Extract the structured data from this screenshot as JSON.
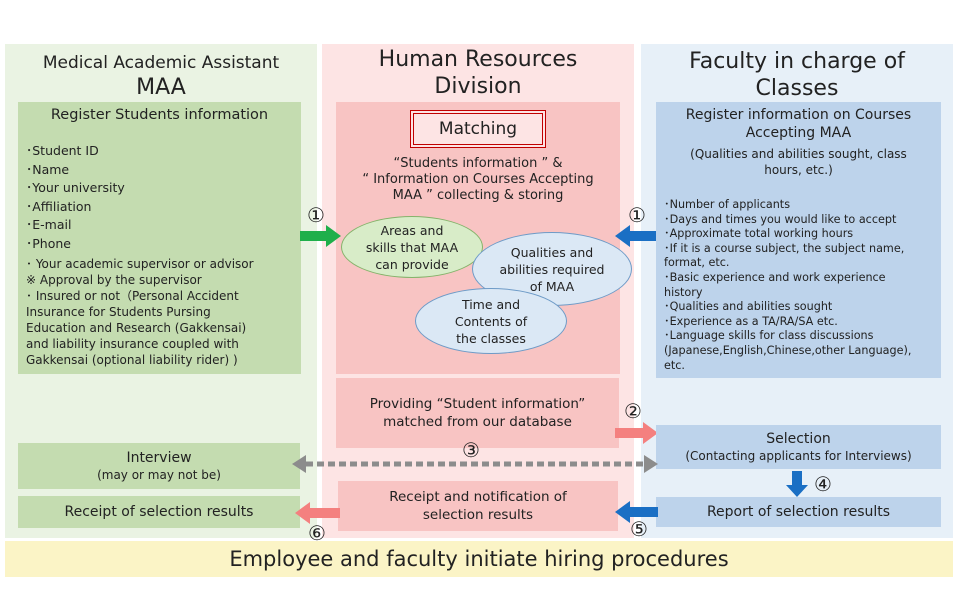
{
  "maa": {
    "title_line1": "Medical Academic Assistant",
    "title_line2": "MAA",
    "register_title": "Register  Students information",
    "items": [
      "･Student ID",
      "･Name",
      "･Your university",
      "･Affiliation",
      "･E-mail",
      "･Phone"
    ],
    "supervisor_lines": [
      "･ Your academic supervisor or advisor",
      "※ Approval by the supervisor",
      "･ Insured  or not（Personal Accident",
      "Insurance for Students Pursing",
      "Education and Research (Gakkensai)",
      "and liability insurance coupled with",
      "Gakkensai (optional liability rider) )"
    ],
    "interview_title": "Interview",
    "interview_sub": "(may or may not be)",
    "receipt": "Receipt of selection results"
  },
  "hr": {
    "title_line1": "Human Resources",
    "title_line2": "Division",
    "matching": "Matching",
    "collect_lines": [
      "“Students information ” &",
      "“ Information on Courses Accepting",
      "MAA ” collecting & storing"
    ],
    "ellipse1_lines": [
      "Areas and",
      "skills that MAA",
      "can provide"
    ],
    "ellipse2_lines": [
      "Qualities and",
      "abilities required",
      "of MAA"
    ],
    "ellipse3_lines": [
      "Time and",
      "Contents of",
      "the classes"
    ],
    "providing_lines": [
      "Providing “Student information”",
      "matched from our database"
    ],
    "notif_lines": [
      "Receipt and notification of",
      "selection results"
    ]
  },
  "faculty": {
    "title_line1": "Faculty in charge of",
    "title_line2": "Classes",
    "register_lines": [
      "Register  information on Courses",
      "Accepting MAA"
    ],
    "register_sub_lines": [
      "(Qualities and abilities sought, class",
      "hours, etc.)"
    ],
    "items": [
      "･Number of applicants",
      "･Days and times you would like to accept",
      "･Approximate total working hours",
      "･If it is a course subject, the subject name,",
      "format, etc.",
      "･Basic experience and work experience",
      "history",
      "･Qualities and abilities sought",
      "･Experience as a TA/RA/SA etc.",
      "･Language skills  for class discussions",
      "(Japanese,English,Chinese,other Language),",
      "etc."
    ],
    "selection_title": "Selection",
    "selection_sub": "(Contacting applicants for Interviews)",
    "report": "Report of selection results"
  },
  "steps": {
    "s1_left": "①",
    "s1_right": "①",
    "s2": "②",
    "s3": "③",
    "s4": "④",
    "s5": "⑤",
    "s6": "⑥"
  },
  "footer": "Employee and faculty initiate hiring procedures",
  "colors": {
    "green_arrow": "#1faf4b",
    "blue_arrow": "#1a6fc4",
    "pink_arrow": "#f4807f",
    "gray_arrow": "#8c8c8c",
    "matching_border": "#c00000"
  }
}
